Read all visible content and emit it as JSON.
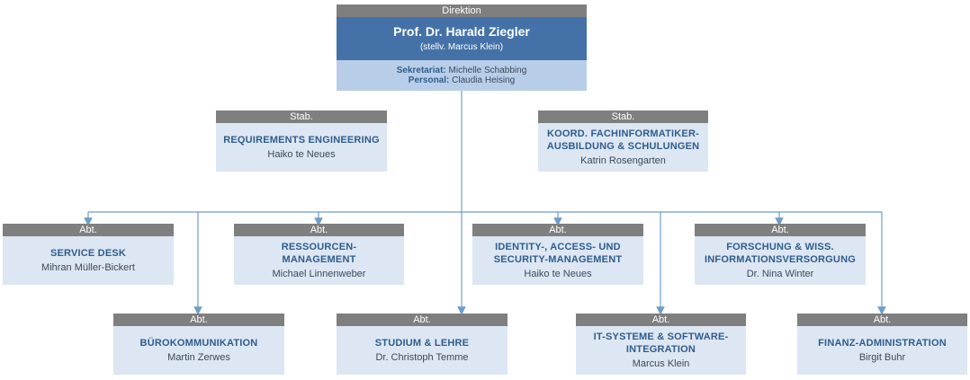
{
  "direktion": {
    "header": "Direktion",
    "name": "Prof. Dr. Harald Ziegler",
    "deputy": "(stellv. Marcus Klein)",
    "sekretariat_label": "Sekretariat:",
    "sekretariat_name": "Michelle Schabbing",
    "personal_label": "Personal:",
    "personal_name": "Claudia Heising"
  },
  "stab": [
    {
      "header": "Stab.",
      "title": "REQUIREMENTS ENGINEERING",
      "person": "Haiko te Neues"
    },
    {
      "header": "Stab.",
      "title": "KOORD. FACHINFORMATIKER-\nAUSBILDUNG & SCHULUNGEN",
      "person": "Katrin Rosengarten"
    }
  ],
  "abteilungen_top": [
    {
      "header": "Abt.",
      "title": "SERVICE DESK",
      "person": "Mihran Müller-Bickert"
    },
    {
      "header": "Abt.",
      "title": "RESSOURCEN-\nMANAGEMENT",
      "person": "Michael Linnenweber"
    },
    {
      "header": "Abt.",
      "title": "IDENTITY-, ACCESS- UND\nSECURITY-MANAGEMENT",
      "person": "Haiko te Neues"
    },
    {
      "header": "Abt.",
      "title": "FORSCHUNG & WISS.\nINFORMATIONSVERSORGUNG",
      "person": "Dr. Nina Winter"
    }
  ],
  "abteilungen_bottom": [
    {
      "header": "Abt.",
      "title": "BÜROKOMMUNIKATION",
      "person": "Martin Zerwes"
    },
    {
      "header": "Abt.",
      "title": "STUDIUM & LEHRE",
      "person": "Dr. Christoph Temme"
    },
    {
      "header": "Abt.",
      "title": "IT-SYSTEME & SOFTWARE-\nINTEGRATION",
      "person": "Marcus Klein"
    },
    {
      "header": "Abt.",
      "title": "FINANZ-ADMINISTRATION",
      "person": "Birgit Buhr"
    }
  ],
  "colors": {
    "connector": "#6f9cc9",
    "header_bg": "#7f7f7f",
    "box_bg": "#dde6f3",
    "director_bg": "#4472a8",
    "title_text": "#2e5d8c"
  }
}
